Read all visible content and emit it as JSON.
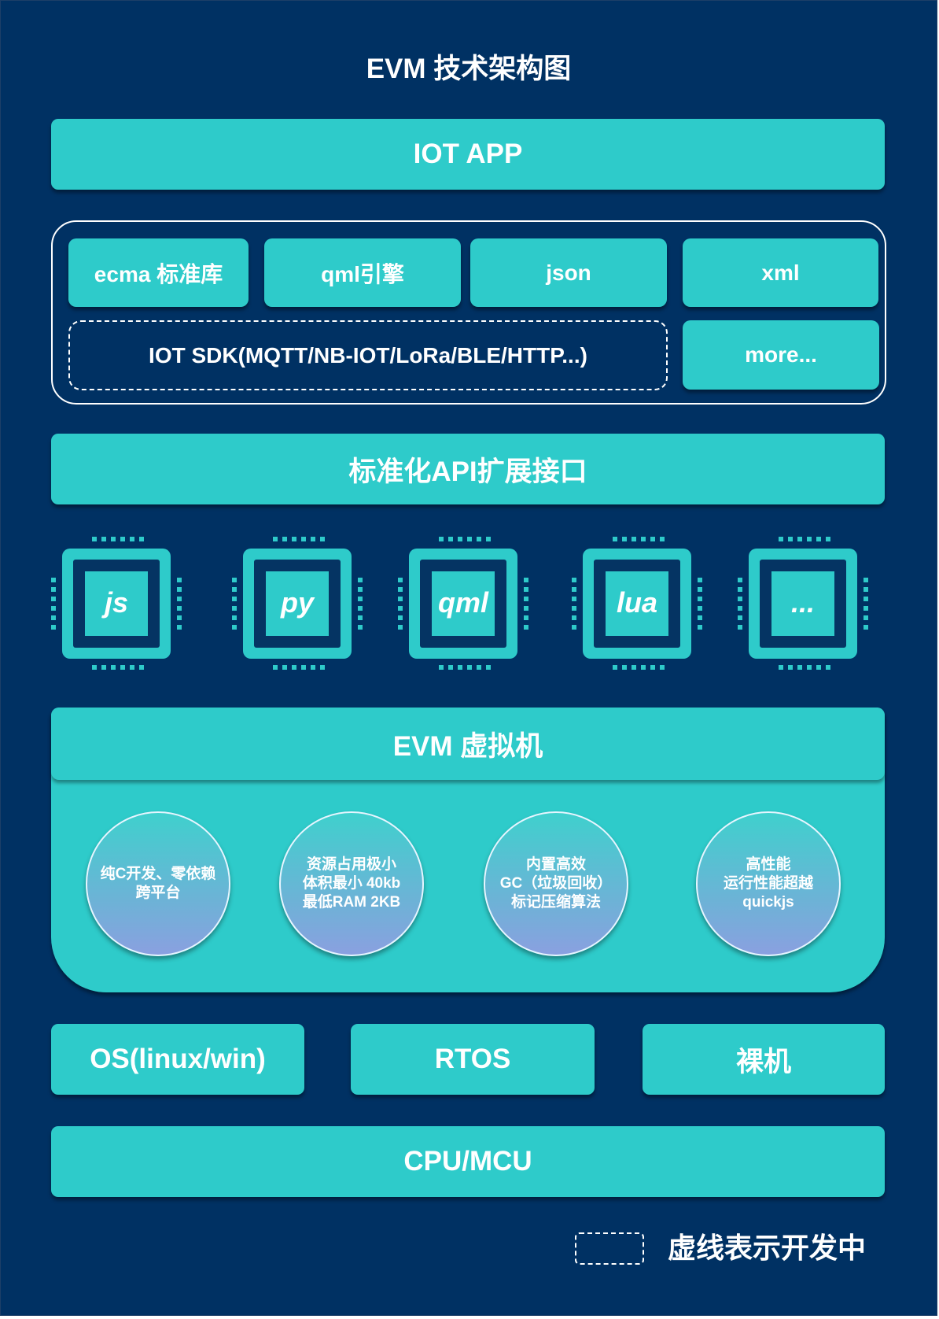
{
  "title": "EVM 技术架构图",
  "layers": {
    "app": "IOT APP",
    "modules": {
      "ecma": "ecma 标准库",
      "qml_engine": "qml引擎",
      "json": "json",
      "xml": "xml",
      "iot_sdk": "IOT SDK(MQTT/NB-IOT/LoRa/BLE/HTTP...)",
      "more": "more..."
    },
    "api": "标准化API扩展接口",
    "languages": [
      "js",
      "py",
      "qml",
      "lua",
      "..."
    ],
    "vm": {
      "title": "EVM 虚拟机",
      "features": [
        [
          "纯C开发、零依赖",
          "跨平台"
        ],
        [
          "资源占用极小",
          "体积最小 40kb",
          "最低RAM  2KB"
        ],
        [
          "内置高效",
          "GC（垃圾回收）",
          "标记压缩算法"
        ],
        [
          "高性能",
          "运行性能超越",
          "quickjs"
        ]
      ]
    },
    "os": [
      "OS(linux/win)",
      "RTOS",
      "裸机"
    ],
    "hardware": "CPU/MCU"
  },
  "legend": {
    "dashed_meaning": "虚线表示开发中"
  },
  "colors": {
    "background": "#003163",
    "teal": "#2ecbca",
    "chip_dark": "#053463",
    "text": "#ffffff"
  }
}
